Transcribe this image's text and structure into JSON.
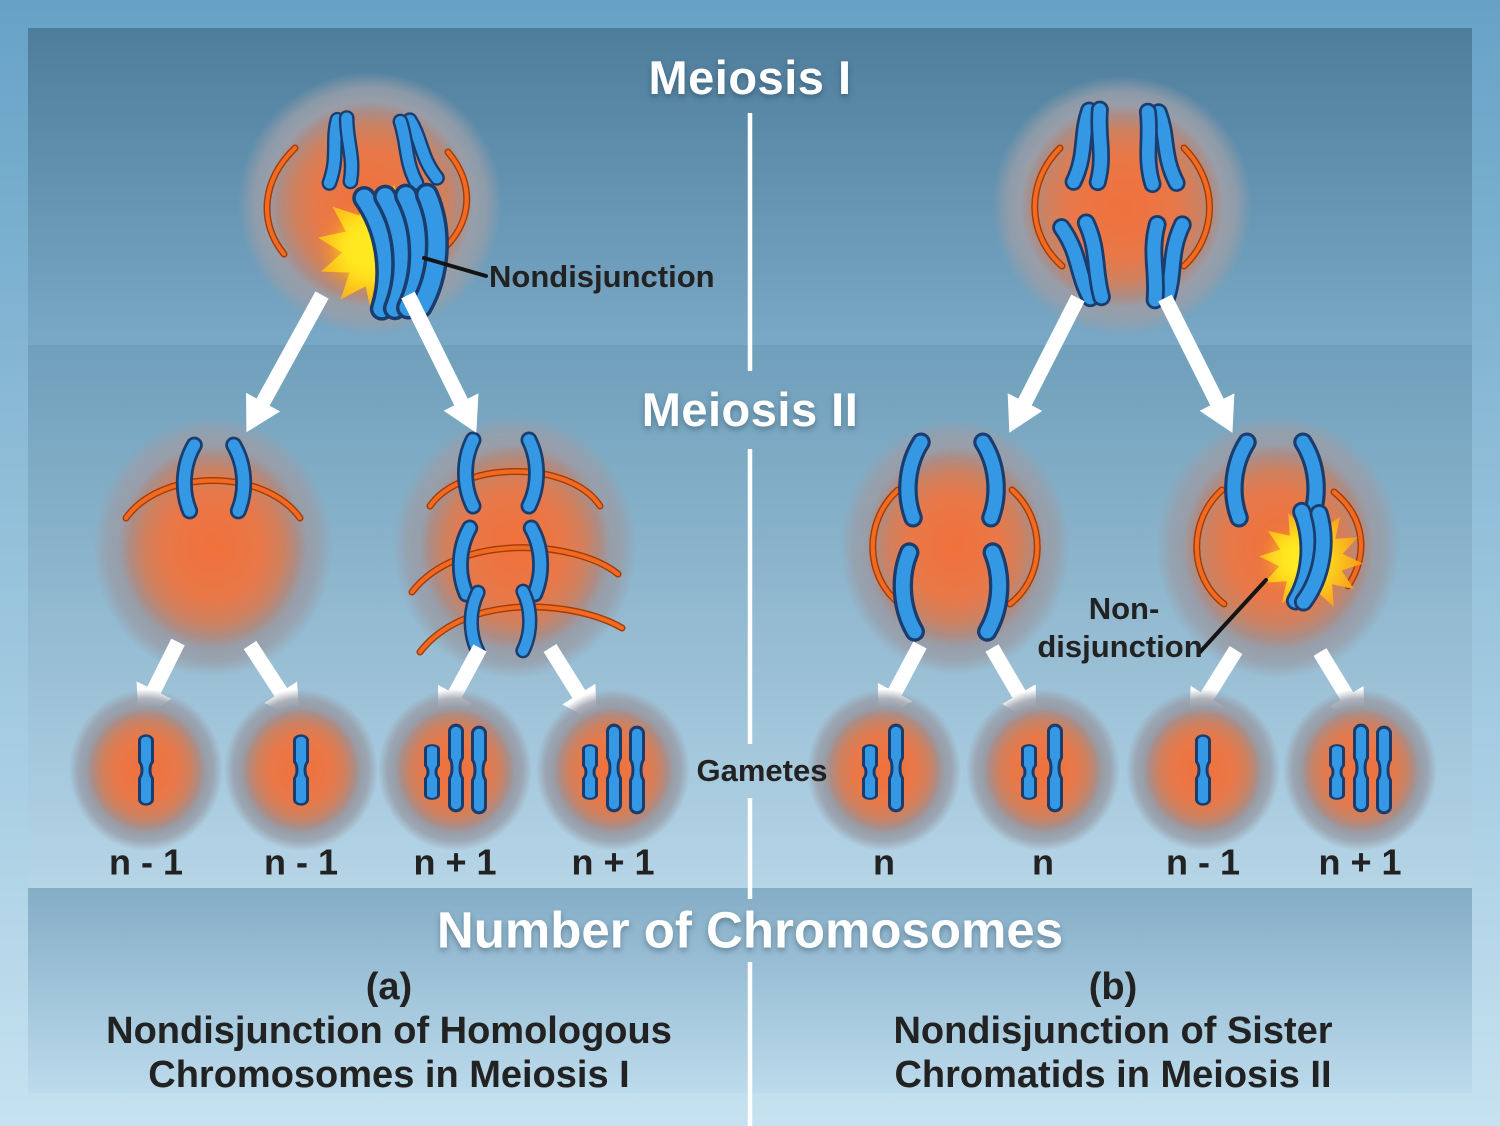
{
  "headers": {
    "meiosis_i": "Meiosis I",
    "meiosis_ii": "Meiosis II",
    "gametes": "Gametes",
    "number_of_chromosomes": "Number of Chromosomes"
  },
  "annotations": {
    "nondisjunction_meiosis1": "Nondisjunction",
    "nondisjunction_meiosis2": [
      "Non-",
      "disjunction"
    ]
  },
  "gamete_labels": {
    "left": [
      "n - 1",
      "n - 1",
      "n + 1",
      "n + 1"
    ],
    "right": [
      "n",
      "n",
      "n - 1",
      "n + 1"
    ]
  },
  "captions": {
    "a": {
      "tag": "(a)",
      "line1": "Nondisjunction of Homologous",
      "line2": "Chromosomes in Meiosis I"
    },
    "b": {
      "tag": "(b)",
      "line1": "Nondisjunction of Sister",
      "line2": "Chromatids in Meiosis II"
    }
  },
  "colors": {
    "chromosome_blue": "#3598e4",
    "chromosome_outline": "#1a3d6e",
    "spindle_orange": "#f26a22",
    "cell_core_orange": "#f0713a",
    "cell_rim_gray": "#989ea9",
    "starburst_yellow": "#ffe11f",
    "starburst_orange": "#f89e1c",
    "divider": "#ffffff",
    "label_dark": "#222222",
    "frame_top": "#66a2c6",
    "frame_bottom": "#c6e2f0",
    "band1_top": "#4e7d9b",
    "band1_bottom": "#79a9c6",
    "band2_top": "#6f9fbb",
    "band2_bottom": "#b6d5e7",
    "band3_top": "#84adc6",
    "band3_bottom": "#bcdbec"
  }
}
